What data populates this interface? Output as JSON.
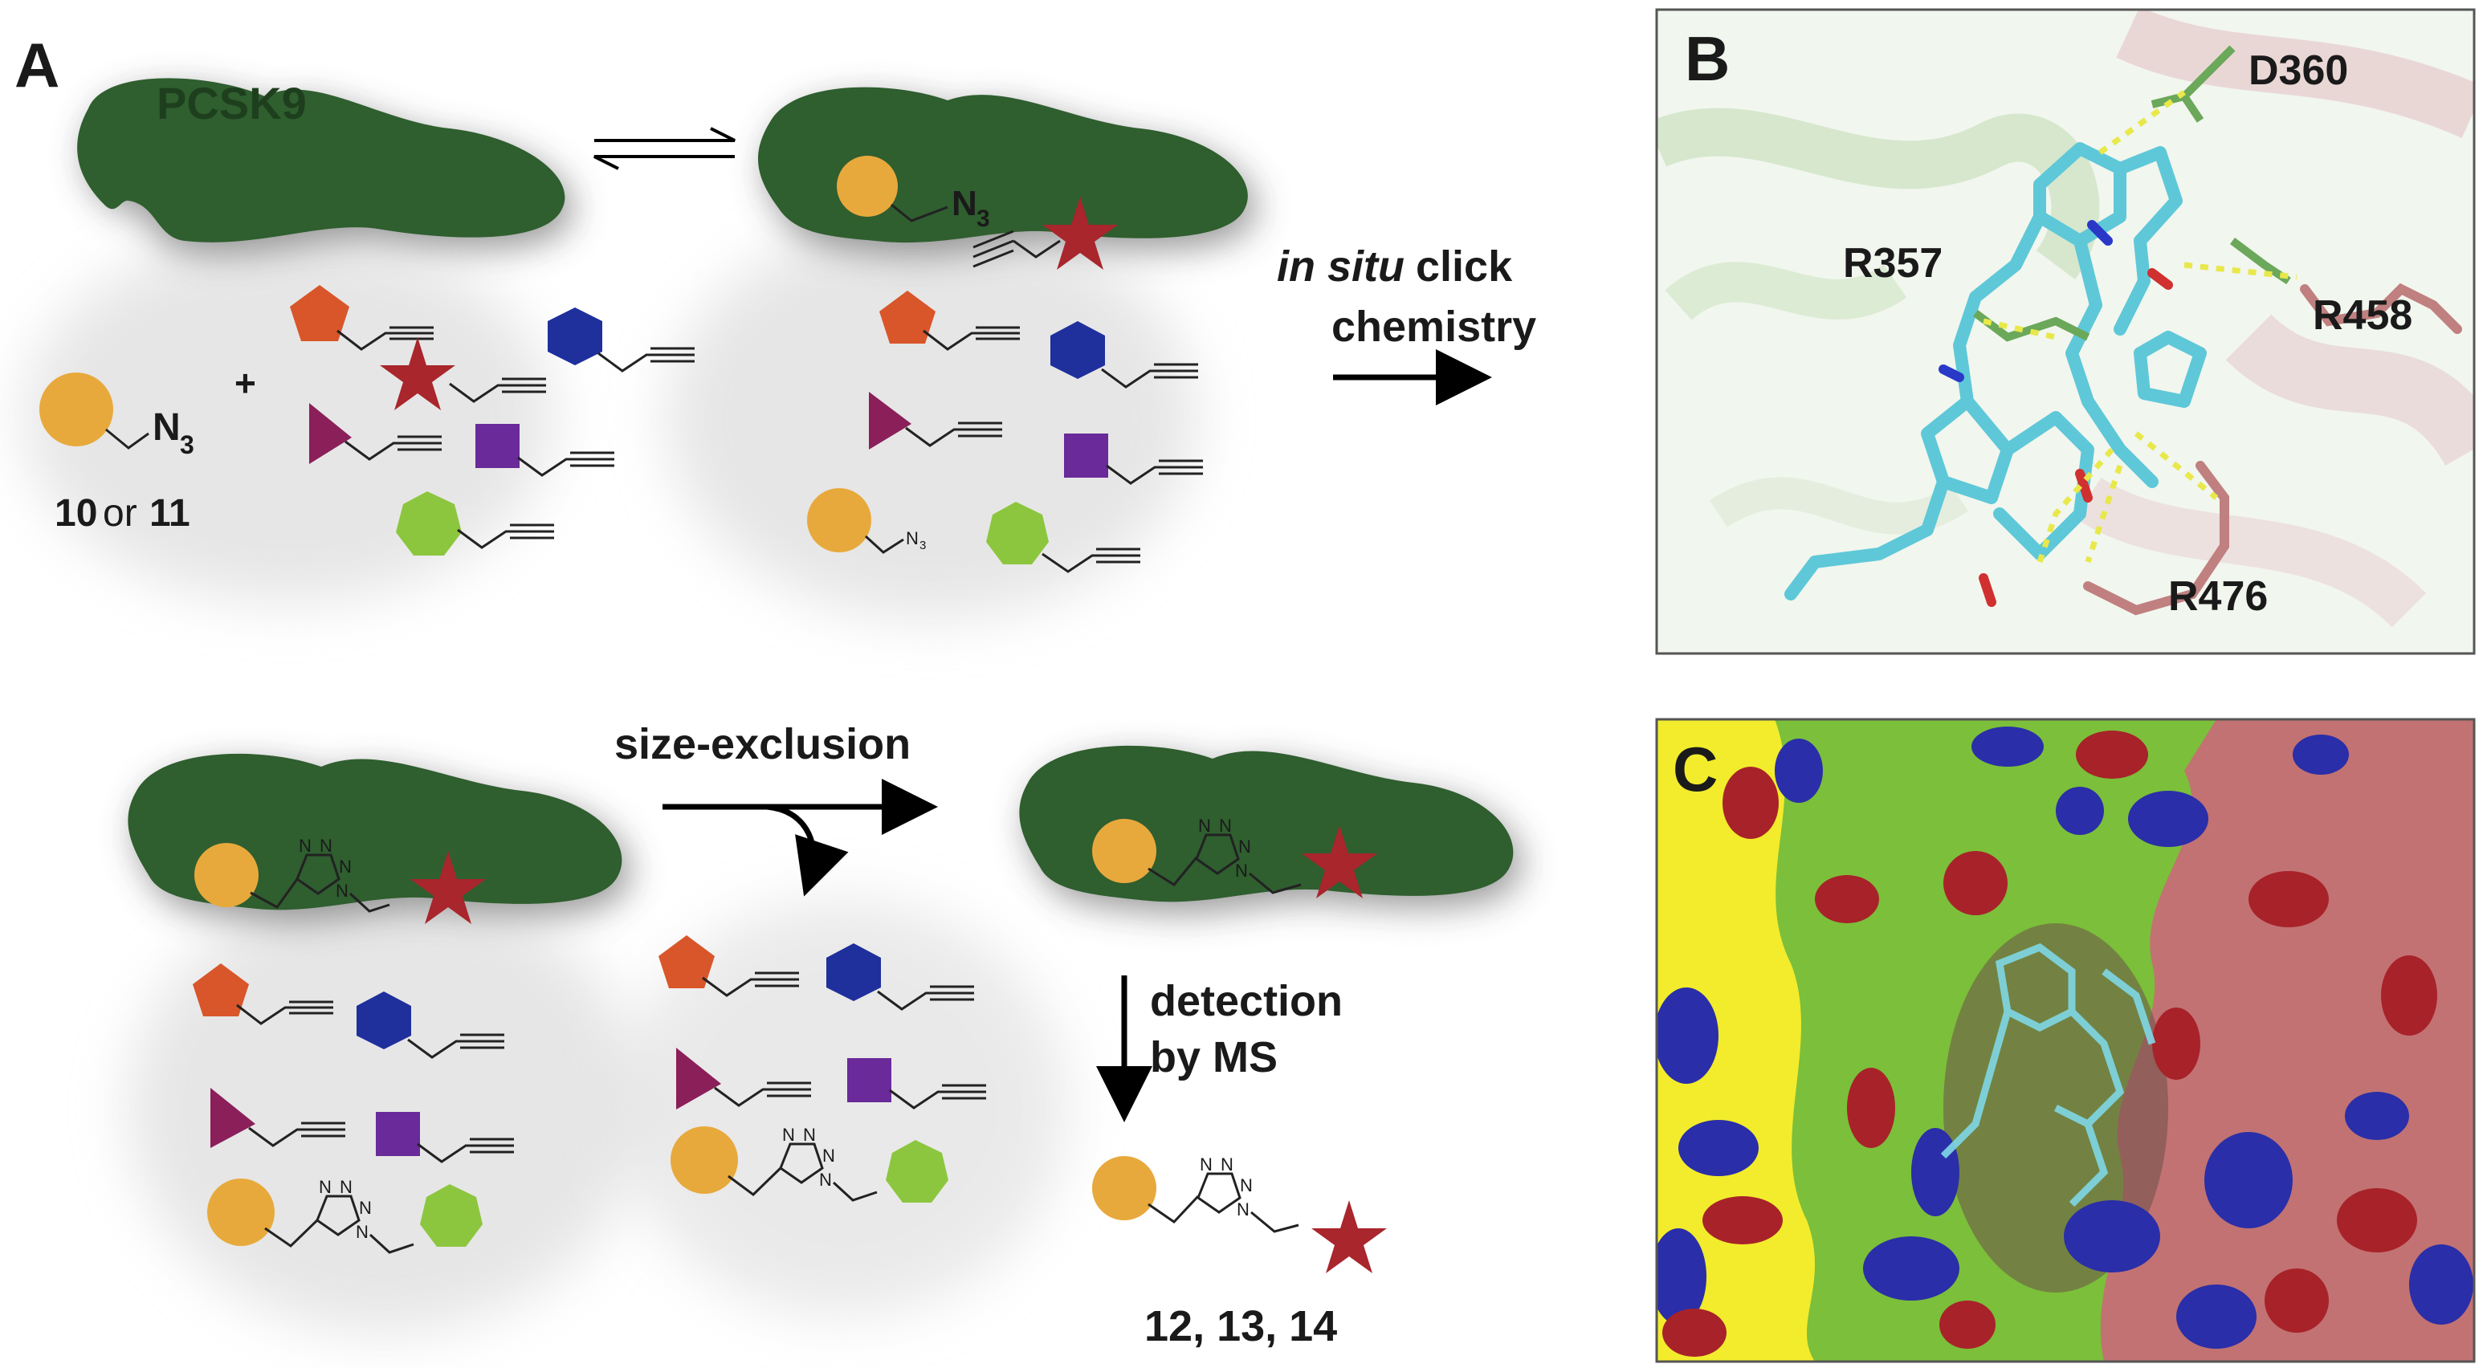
{
  "panels": {
    "a": {
      "letter": "A",
      "protein_label": "PCSK9",
      "plus": "+",
      "azide_label": "N",
      "azide_sub": "3",
      "azide_small": "N",
      "azide_small_sub": "3",
      "compound_num_1": "10",
      "compound_or": "or",
      "compound_num_2": "11",
      "reaction_line1_italic": "in situ",
      "reaction_line1_rest": "click",
      "reaction_line2": "chemistry",
      "separation_label": "size-exclusion",
      "detection_line1": "detection",
      "detection_line2": "by MS",
      "product_numbers": "12, 13, 14",
      "triazole_atoms": [
        "N",
        "N",
        "N",
        "N"
      ]
    },
    "b": {
      "letter": "B",
      "residues": [
        "D360",
        "R357",
        "R458",
        "R476"
      ]
    },
    "c": {
      "letter": "C"
    }
  },
  "colors": {
    "protein": "#2f5e2f",
    "orange": "#e8a93c",
    "red_star": "#a8262c",
    "orange_pentagon": "#d8562a",
    "blue_hexagon": "#1f2f9c",
    "maroon_triangle": "#8a1f5a",
    "purple_square": "#6a2a9a",
    "green_heptagon": "#8cc63f",
    "ligand_cyan": "#5ec8d8"
  }
}
